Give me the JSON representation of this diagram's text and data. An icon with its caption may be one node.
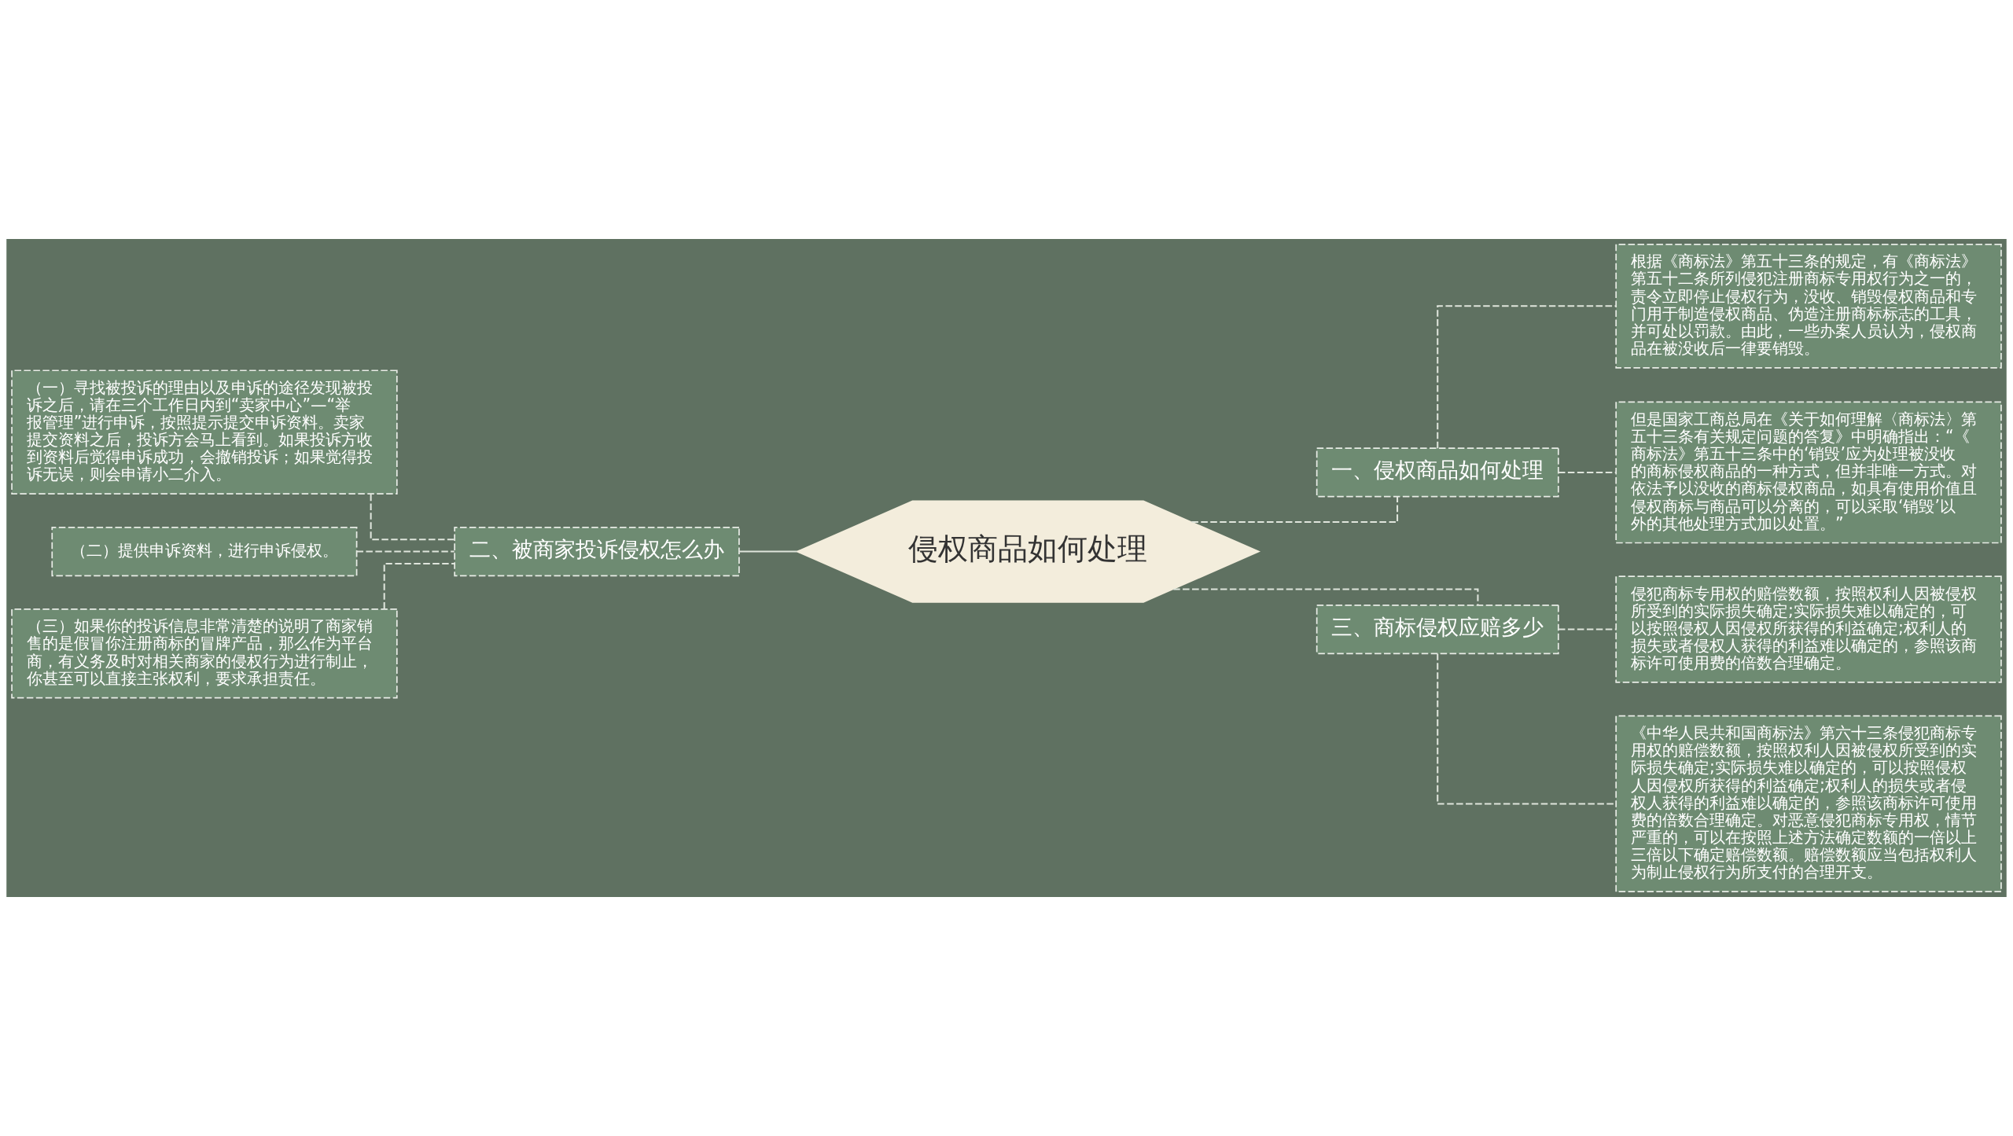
{
  "diagram": {
    "nodes": [
      {
        "text": [
          "侵权商品如何处理"
        ]
      },
      {
        "text": [
          "一、侵权商品如何处理"
        ]
      },
      {
        "text": [
          "根据《商标法》第五十三条的规定，有《商标法》第五十二条所列侵犯注册商标专用权行为之一的，责令立即停止侵权行为，没收、销毁侵权商品和专门用于制造侵权商品、伪造注册商标标志的工具，并可处以罚款。由此，一些办案人员认为，侵权商品在被没收后一律要销毁。"
        ]
      },
      {
        "text": [
          "但是国家工商总局在《关于如何理解〈商标法〉第五十三条有关规定问题的答复》中明确指出：“《商标法》第五十三条中的‘销毁’应为处理被没收的商标侵权商品的一种方式，但并非唯一方式。对依法予以没收的商标侵权商品，如具有使用价值且侵权商标与商品可以分离的，可以采取‘销毁’以外的其他处理方式加以处置。”"
        ]
      },
      {
        "text": [
          "二、被商家投诉侵权怎么办"
        ]
      },
      {
        "text": [
          "（一）寻找被投诉的理由以及申诉的途径发现被投诉之后，请在三个工作日内到“卖家中心”—“举报管理”进行申诉，按照提示提交申诉资料。卖家提交资料之后，投诉方会马上看到。如果投诉方收到资料后觉得申诉成功，会撤销投诉；如果觉得投诉无误，则会申请小二介入。"
        ]
      },
      {
        "text": [
          "（二）提供申诉资料，进行申诉侵权。"
        ]
      },
      {
        "text": [
          "（三）如果你的投诉信息非常清楚的说明了商家销售的是假冒你注册商标的冒牌产品，那么作为平台商，有义务及时对相关商家的侵权行为进行制止，你甚至可以直接主张权利，要求承担责任。"
        ]
      },
      {
        "text": [
          "三、商标侵权应赔多少"
        ]
      },
      {
        "text": [
          "侵犯商标专用权的赔偿数额，按照权利人因被侵权所受到的实际损失确定;实际损失难以确定的，可以按照侵权人因侵权所获得的利益确定;权利人的损失或者侵权人获得的利益难以确定的，参照该商标许可使用费的倍数合理确定。"
        ]
      },
      {
        "text": [
          "《中华人民共和国商标法》第六十三条侵犯商标专用权的赔偿数额，按照权利人因被侵权所受到的实际损失确定;实际损失难以确定的，可以按照侵权人因侵权所获得的利益确定;权利人的损失或者侵权人获得的利益难以确定的，参照该商标许可使用费的倍数合理确定。对恶意侵犯商标专用权，情节严重的，可以在按照上述方法确定数额的一倍以上三倍以下确定赔偿数额。赔偿数额应当包括权利人为制止侵权行为所支付的合理开支。"
        ]
      }
    ],
    "edges": [
      {
        "from": 0,
        "to": 1,
        "arrow": "none",
        "style": "dashed"
      },
      {
        "from": 1,
        "to": 2,
        "arrow": "none",
        "style": "dashed"
      },
      {
        "from": 1,
        "to": 3,
        "arrow": "none",
        "style": "dashed"
      },
      {
        "from": 0,
        "to": 4,
        "arrow": "none"
      },
      {
        "from": 4,
        "to": 5,
        "arrow": "none",
        "style": "dashed"
      },
      {
        "from": 4,
        "to": 6,
        "arrow": "none",
        "style": "dashed"
      },
      {
        "from": 4,
        "to": 7,
        "arrow": "none",
        "style": "dashed"
      },
      {
        "from": 0,
        "to": 8,
        "arrow": "none",
        "style": "dashed"
      },
      {
        "from": 8,
        "to": 9,
        "arrow": "none",
        "style": "dashed"
      },
      {
        "from": 8,
        "to": 10,
        "arrow": "none",
        "style": "dashed"
      }
    ]
  }
}
